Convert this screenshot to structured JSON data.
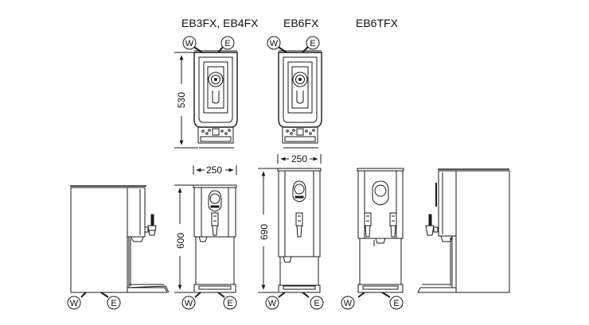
{
  "titles": {
    "model_a": "EB3FX, EB4FX",
    "model_b": "EB6FX",
    "model_c": "EB6TFX"
  },
  "dimensions": {
    "top_view_a_depth": "530",
    "front_width_a": "250",
    "front_height_a": "600",
    "front_width_b": "250",
    "front_height_b": "690"
  },
  "connections": {
    "water": "W",
    "electric": "E"
  },
  "colors": {
    "line": "#1a1a1a",
    "background": "#ffffff"
  }
}
